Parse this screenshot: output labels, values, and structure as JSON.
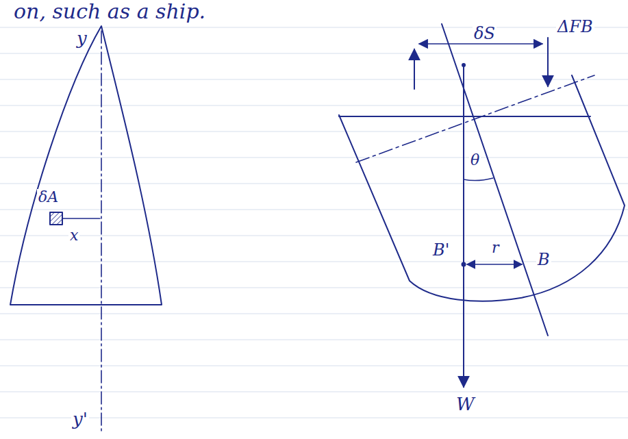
{
  "diagram": {
    "labels": [
      "on, such as a ship.",
      "δS",
      "ΔFB",
      "y",
      "δA",
      "x",
      "y'",
      "θ",
      "B'",
      "r",
      "B",
      "W"
    ]
  }
}
